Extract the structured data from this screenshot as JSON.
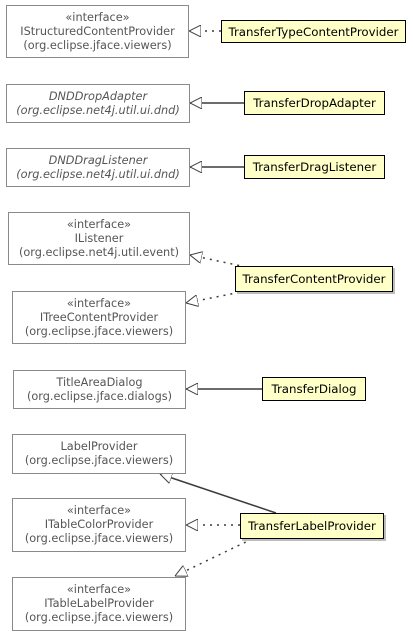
{
  "nodes": {
    "istructured": {
      "stereotype": "«interface»",
      "name": "IStructuredContentProvider",
      "package": "(org.eclipse.jface.viewers)"
    },
    "dnd_drop": {
      "name": "DNDDropAdapter",
      "package": "(org.eclipse.net4j.util.ui.dnd)"
    },
    "dnd_drag": {
      "name": "DNDDragListener",
      "package": "(org.eclipse.net4j.util.ui.dnd)"
    },
    "ilistener": {
      "stereotype": "«interface»",
      "name": "IListener",
      "package": "(org.eclipse.net4j.util.event)"
    },
    "itree": {
      "stereotype": "«interface»",
      "name": "ITreeContentProvider",
      "package": "(org.eclipse.jface.viewers)"
    },
    "titlearea": {
      "name": "TitleAreaDialog",
      "package": "(org.eclipse.jface.dialogs)"
    },
    "labelprovider": {
      "name": "LabelProvider",
      "package": "(org.eclipse.jface.viewers)"
    },
    "itablecolor": {
      "stereotype": "«interface»",
      "name": "ITableColorProvider",
      "package": "(org.eclipse.jface.viewers)"
    },
    "itablelabel": {
      "stereotype": "«interface»",
      "name": "ITableLabelProvider",
      "package": "(org.eclipse.jface.viewers)"
    }
  },
  "classes": {
    "transfer_type_content": "TransferTypeContentProvider",
    "transfer_drop": "TransferDropAdapter",
    "transfer_drag": "TransferDragListener",
    "transfer_content": "TransferContentProvider",
    "transfer_dialog": "TransferDialog",
    "transfer_label": "TransferLabelProvider"
  },
  "colors": {
    "class_fill": "#ffffc8",
    "external_border": "#8a8a8a",
    "edge": "#3c3c3c"
  }
}
